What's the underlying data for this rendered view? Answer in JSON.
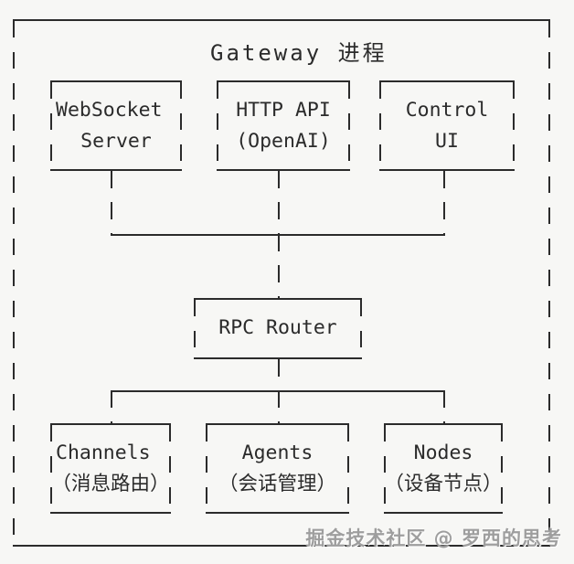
{
  "diagram": {
    "title": "Gateway 进程",
    "watermark": "掘金技术社区 @ 罗西的思考",
    "colors": {
      "background": "#f7f7f5",
      "ink": "#2b2b2b",
      "watermark": "#9e9e9e"
    },
    "nodes": {
      "websocket": {
        "line1": "WebSocket",
        "line2": "Server"
      },
      "http_api": {
        "line1": "HTTP API",
        "line2": "(OpenAI)"
      },
      "control_ui": {
        "line1": "Control",
        "line2": "UI"
      },
      "rpc_router": {
        "label": "RPC Router"
      },
      "channels": {
        "line1": "Channels",
        "line2": "（消息路由）"
      },
      "agents": {
        "line1": "Agents",
        "line2": "（会话管理）"
      },
      "nodes": {
        "line1": "Nodes",
        "line2": "（设备节点）"
      }
    }
  }
}
